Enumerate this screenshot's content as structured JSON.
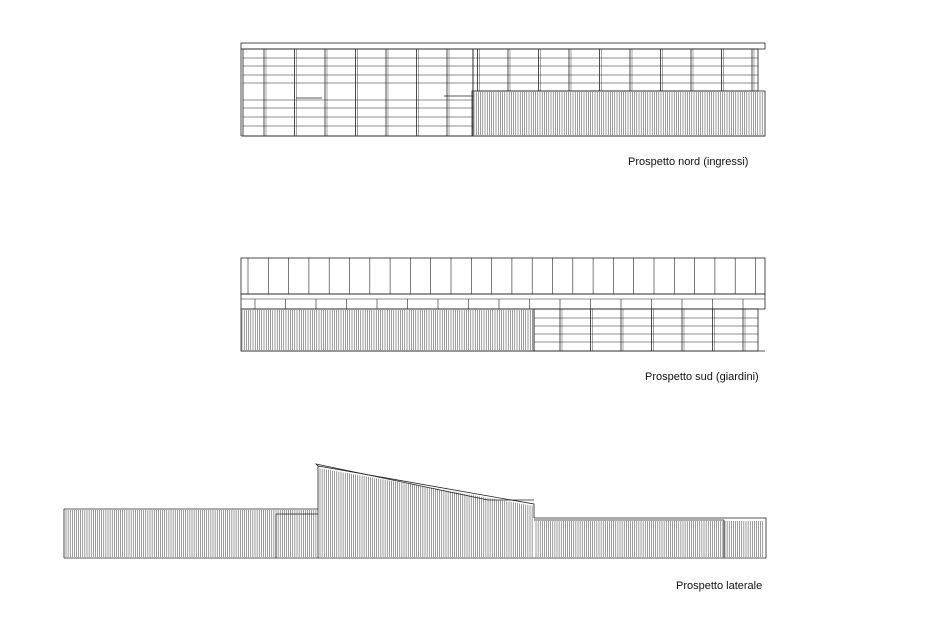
{
  "drawing": {
    "elevations": [
      {
        "id": "north",
        "caption": "Prospetto nord (ingressi)"
      },
      {
        "id": "south",
        "caption": "Prospetto sud (giardini)"
      },
      {
        "id": "side",
        "caption": "Prospetto laterale"
      }
    ]
  },
  "colors": {
    "line": "#222222",
    "background": "#ffffff"
  }
}
